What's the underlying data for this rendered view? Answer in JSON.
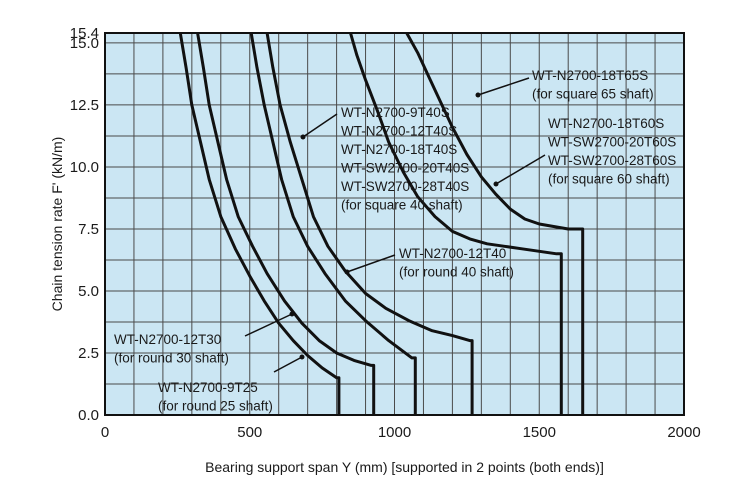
{
  "chart_data": {
    "type": "line",
    "xlabel": "Bearing support span Y (mm) [supported in 2 points (both ends)]",
    "ylabel": "Chain tension rate F' (kN/m)",
    "xlim": [
      0,
      2000
    ],
    "ylim": [
      0,
      15.4
    ],
    "x_ticks": [
      "0",
      "500",
      "1000",
      "1500",
      "2000"
    ],
    "y_ticks": [
      "0.0",
      "2.5",
      "5.0",
      "7.5",
      "10.0",
      "12.5",
      "15.0",
      "15.4"
    ],
    "grid": true,
    "colors": {
      "plot_bg": "#cbe6f3",
      "grid": "#4a4a4a",
      "curve": "#111111",
      "frame": "#111111"
    },
    "series": [
      {
        "name": "WT-N2700-9T25 (for round 25 shaft)",
        "x": [
          260,
          280,
          300,
          330,
          360,
          400,
          450,
          500,
          550,
          600,
          650,
          700,
          750,
          800,
          808,
          808
        ],
        "y": [
          15.4,
          14.0,
          12.5,
          11.0,
          9.5,
          8.0,
          6.7,
          5.6,
          4.6,
          3.7,
          3.0,
          2.4,
          1.9,
          1.5,
          1.5,
          0.0
        ]
      },
      {
        "name": "WT-N2700-12T30 (for round 30 shaft)",
        "x": [
          320,
          340,
          360,
          390,
          420,
          460,
          510,
          560,
          620,
          680,
          740,
          800,
          860,
          920,
          928,
          928
        ],
        "y": [
          15.4,
          14.0,
          12.5,
          11.0,
          9.5,
          8.0,
          6.8,
          5.7,
          4.6,
          3.7,
          3.0,
          2.5,
          2.2,
          2.0,
          2.0,
          0.0
        ]
      },
      {
        "name": "WT-N2700-12T40 (for round 40 shaft)",
        "x": [
          505,
          525,
          550,
          580,
          610,
          650,
          700,
          760,
          830,
          900,
          980,
          1060,
          1072,
          1072
        ],
        "y": [
          15.4,
          14.0,
          12.5,
          11.0,
          9.5,
          8.0,
          6.8,
          5.7,
          4.6,
          3.8,
          3.0,
          2.3,
          2.3,
          0.0
        ]
      },
      {
        "name": "WT-N2700-9T40S / WT-N2700-12T40S / WT-N2700-18T40S / WT-SW2700-20T40S / WT-SW2700-28T40S (for square 40 shaft)",
        "x": [
          560,
          580,
          605,
          640,
          680,
          720,
          770,
          830,
          900,
          970,
          1050,
          1130,
          1200,
          1260,
          1268,
          1268
        ],
        "y": [
          15.4,
          14.0,
          12.5,
          11.0,
          9.5,
          8.0,
          6.8,
          5.8,
          4.9,
          4.3,
          3.8,
          3.4,
          3.2,
          3.0,
          3.0,
          0.0
        ]
      },
      {
        "name": "WT-N2700-18T60S / WT-SW2700-20T60S / WT-SW2700-28T60S (for square 60 shaft)",
        "x": [
          848,
          870,
          900,
          940,
          980,
          1030,
          1080,
          1140,
          1200,
          1260,
          1320,
          1380,
          1440,
          1500,
          1560,
          1576,
          1576
        ],
        "y": [
          15.4,
          14.5,
          13.5,
          12.3,
          11.0,
          9.8,
          8.8,
          8.0,
          7.4,
          7.1,
          6.9,
          6.8,
          6.7,
          6.6,
          6.5,
          6.5,
          0.0
        ]
      },
      {
        "name": "WT-N2700-18T65S (for square 65 shaft)",
        "x": [
          1042,
          1080,
          1120,
          1160,
          1200,
          1250,
          1300,
          1350,
          1400,
          1450,
          1500,
          1550,
          1600,
          1630,
          1650,
          1650
        ],
        "y": [
          15.4,
          14.6,
          13.6,
          12.6,
          11.6,
          10.5,
          9.6,
          8.9,
          8.3,
          7.9,
          7.7,
          7.6,
          7.5,
          7.5,
          7.5,
          0.0
        ]
      }
    ],
    "annotations": [
      {
        "lines": [
          "WT-N2700-18T65S",
          "(for square 65 shaft)"
        ],
        "target_series": 5
      },
      {
        "lines": [
          "WT-N2700-18T60S",
          "WT-SW2700-20T60S",
          "WT-SW2700-28T60S",
          "(for square 60 shaft)"
        ],
        "target_series": 4
      },
      {
        "lines": [
          "WT-N2700-9T40S",
          "WT-N2700-12T40S",
          "WT-N2700-18T40S",
          "WT-SW2700-20T40S",
          "WT-SW2700-28T40S",
          "(for square 40 shaft)"
        ],
        "target_series": 3
      },
      {
        "lines": [
          "WT-N2700-12T40",
          "(for round 40 shaft)"
        ],
        "target_series": 2
      },
      {
        "lines": [
          "WT-N2700-12T30",
          "(for round 30 shaft)"
        ],
        "target_series": 1
      },
      {
        "lines": [
          "WT-N2700-9T25",
          "(for round 25 shaft)"
        ],
        "target_series": 0
      }
    ]
  }
}
